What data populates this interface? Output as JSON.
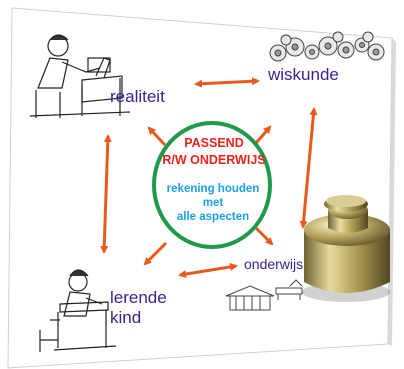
{
  "corners": {
    "top_left": "realiteit",
    "top_right": "wiskunde",
    "bottom_right": "onderwijs",
    "bottom_left_line1": "lerende",
    "bottom_left_line2": "kind"
  },
  "center": {
    "title_line1": "PASSEND",
    "title_line2": "R/W ONDERWIJS",
    "body_line1": "rekening houden",
    "body_line2": "met",
    "body_line3": "alle aspecten"
  },
  "colors": {
    "label_purple": "#3d1f8f",
    "title_red": "#e8251d",
    "body_blue": "#1aa0e8",
    "circle_green": "#1f9a4a",
    "arrow_orange": "#e85a1c"
  },
  "icons": [
    "person-at-desk-icon",
    "gears-icon",
    "classroom-icon",
    "child-at-desk-icon",
    "weight-object-icon"
  ]
}
